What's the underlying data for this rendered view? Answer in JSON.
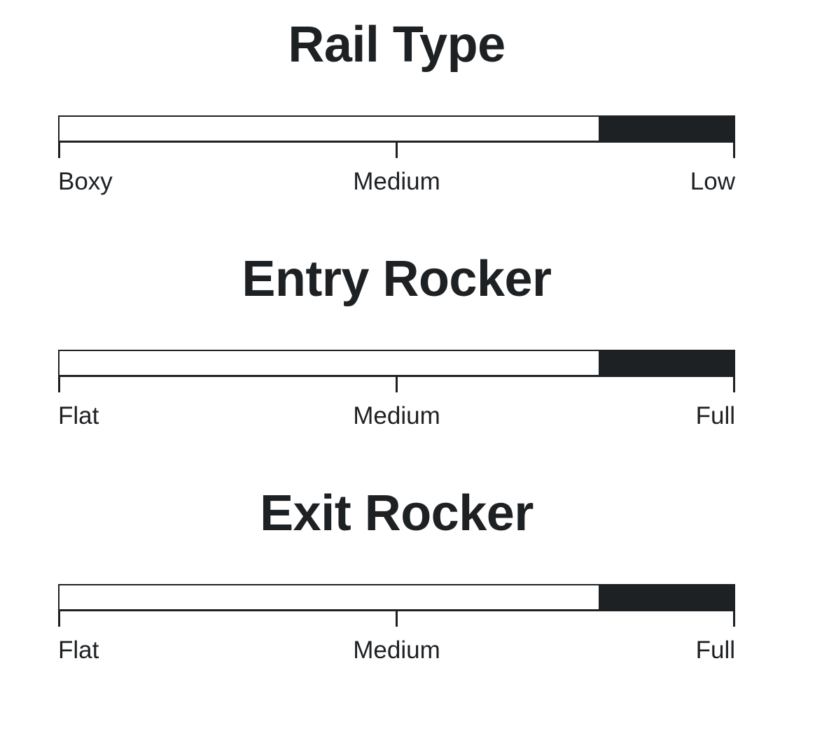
{
  "ink_color": "#1e2124",
  "background_color": "#ffffff",
  "gauges": [
    {
      "title": "Rail Type",
      "labels": {
        "left": "Boxy",
        "middle": "Medium",
        "right": "Low"
      },
      "fill": {
        "start_pct": 80,
        "end_pct": 100
      }
    },
    {
      "title": "Entry Rocker",
      "labels": {
        "left": "Flat",
        "middle": "Medium",
        "right": "Full"
      },
      "fill": {
        "start_pct": 80,
        "end_pct": 100
      }
    },
    {
      "title": "Exit Rocker",
      "labels": {
        "left": "Flat",
        "middle": "Medium",
        "right": "Full"
      },
      "fill": {
        "start_pct": 80,
        "end_pct": 100
      }
    }
  ],
  "chart_data": [
    {
      "type": "bar",
      "variant": "gauge-scale",
      "orientation": "horizontal",
      "title": "Rail Type",
      "categories": [
        "Boxy",
        "Medium",
        "Low"
      ],
      "scale_range_pct": [
        0,
        100
      ],
      "highlighted_range_pct": [
        80,
        100
      ],
      "tick_positions_pct": [
        0,
        50,
        100
      ],
      "legend": "none",
      "grid": false
    },
    {
      "type": "bar",
      "variant": "gauge-scale",
      "orientation": "horizontal",
      "title": "Entry Rocker",
      "categories": [
        "Flat",
        "Medium",
        "Full"
      ],
      "scale_range_pct": [
        0,
        100
      ],
      "highlighted_range_pct": [
        80,
        100
      ],
      "tick_positions_pct": [
        0,
        50,
        100
      ],
      "legend": "none",
      "grid": false
    },
    {
      "type": "bar",
      "variant": "gauge-scale",
      "orientation": "horizontal",
      "title": "Exit Rocker",
      "categories": [
        "Flat",
        "Medium",
        "Full"
      ],
      "scale_range_pct": [
        0,
        100
      ],
      "highlighted_range_pct": [
        80,
        100
      ],
      "tick_positions_pct": [
        0,
        50,
        100
      ],
      "legend": "none",
      "grid": false
    }
  ]
}
